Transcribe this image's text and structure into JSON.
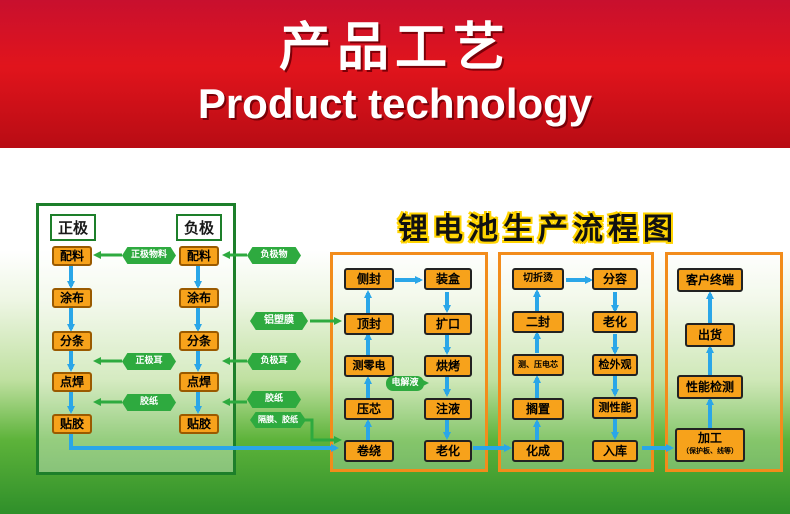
{
  "header": {
    "title_zh": "产品工艺",
    "title_en": "Product technology"
  },
  "diagram": {
    "title": "锂电池生产流程图",
    "electrode": {
      "positive_label": "正极",
      "negative_label": "负极",
      "positive_steps": [
        "配料",
        "涂布",
        "分条",
        "点焊",
        "贴胶"
      ],
      "negative_steps": [
        "配料",
        "涂布",
        "分条",
        "点焊",
        "贴胶"
      ],
      "inputs": {
        "pos_material": "正极物料",
        "neg_material": "负极物",
        "aluminum_film": "铝塑膜",
        "pos_tab": "正极耳",
        "neg_tab": "负极耳",
        "tape_left": "胶纸",
        "tape_right": "胶纸",
        "separator_tape": "隔膜、胶纸"
      }
    },
    "assembly": {
      "left_col": [
        "侧封",
        "顶封",
        "测零电",
        "压芯",
        "卷绕"
      ],
      "right_col": [
        "装盒",
        "扩口",
        "烘烤",
        "注液",
        "老化"
      ],
      "electrolyte": "电解液"
    },
    "formation": {
      "left_col": [
        "切折烫",
        "二封",
        "测、压电芯",
        "搁置",
        "化成"
      ],
      "right_col": [
        "分容",
        "老化",
        "检外观",
        "测性能",
        "入库"
      ]
    },
    "shipping": {
      "steps": [
        "客户终端",
        "出货",
        "性能检测",
        "加工"
      ],
      "process_note": "（保护板、线等）"
    }
  },
  "colors": {
    "header_red": "#e1141c",
    "pill_orange": "#f7a21b",
    "frame_green": "#1d7f2a",
    "frame_orange": "#f28c1b",
    "arrow_blue": "#2aa6e8",
    "tag_green": "#2eaa3f"
  }
}
